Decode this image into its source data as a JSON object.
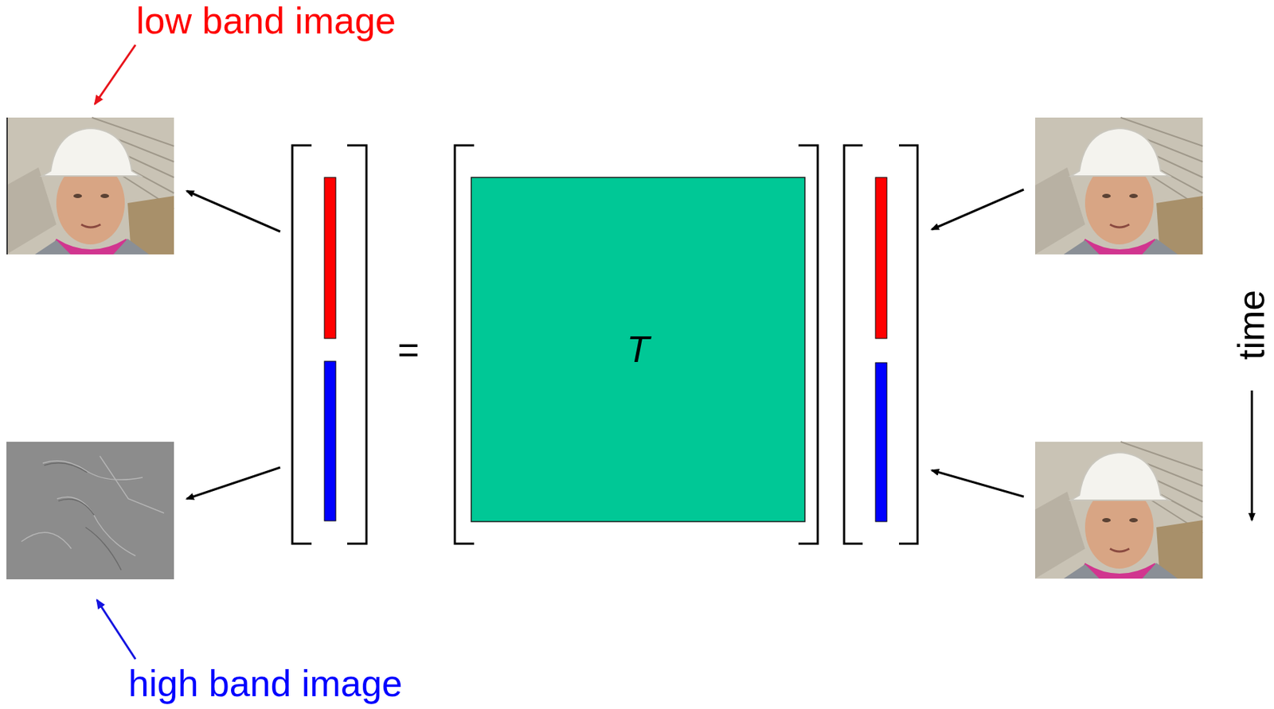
{
  "diagram": {
    "nodes": [
      {
        "text": [
          "T"
        ]
      }
    ],
    "labels": [
      "low band image",
      "high band image",
      "=",
      "time"
    ]
  }
}
